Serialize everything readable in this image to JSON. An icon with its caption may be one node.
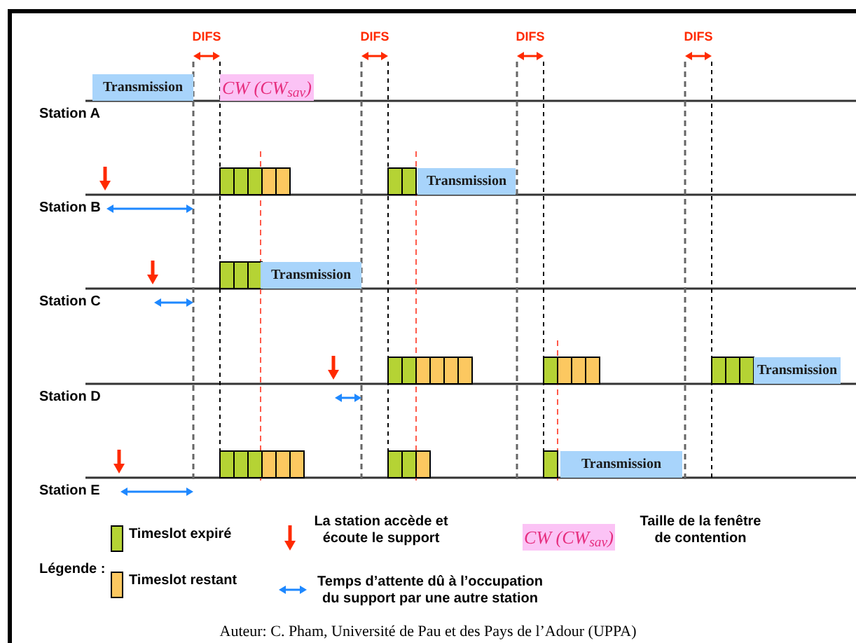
{
  "diagram": {
    "caption": "Auteur: C. Pham, Université de Pau et des Pays de l’Adour (UPPA)",
    "nodes": [
      {
        "text": [
          "Transmission"
        ]
      },
      {
        "text": [
          "CW (CW$_{sav}$)"
        ]
      },
      {
        "text": [
          "Transmission"
        ]
      },
      {
        "text": [
          "Transmission"
        ]
      },
      {
        "text": [
          "Transmission"
        ]
      },
      {
        "text": [
          "Transmission"
        ]
      },
      {
        "text": [
          "CW (CW$_{sav}$)"
        ]
      }
    ],
    "labels": [
      "DIFS",
      "DIFS",
      "DIFS",
      "DIFS",
      "Station A",
      "Station B",
      "Station C",
      "Station D",
      "Station E",
      "Légende :"
    ],
    "legend": [
      {
        "text": "Timeslot expiré",
        "color": "#b5d334"
      },
      {
        "text": "La station accède et écoute le support"
      },
      {
        "text": "Taille de la fenêtre de contention"
      },
      {
        "text": "Timeslot restant",
        "color": "#fcc860"
      },
      {
        "text": "Temps d’attente dû à l’occupation du support par une autre station"
      }
    ]
  }
}
